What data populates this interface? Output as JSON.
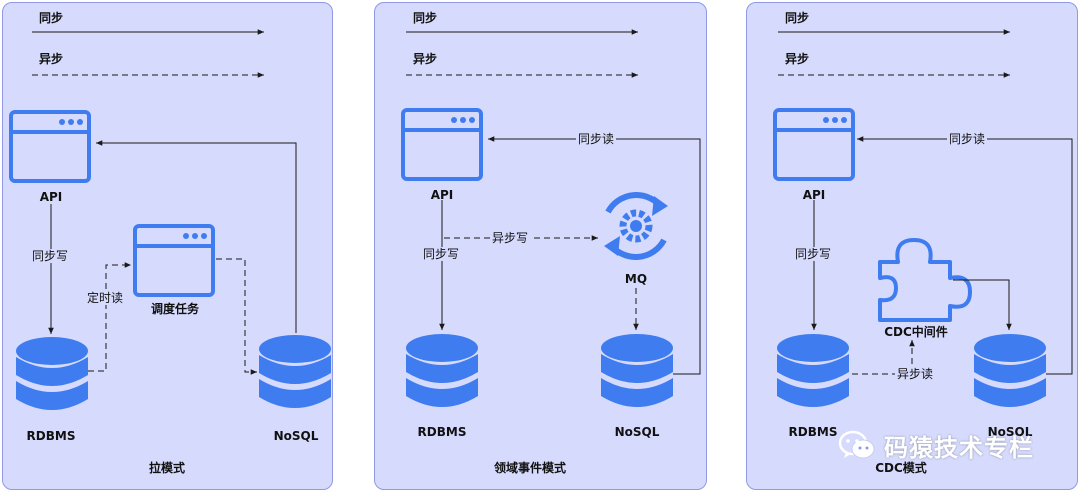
{
  "panels": [
    {
      "id": "pull",
      "legend_sync": "同步",
      "legend_async": "异步",
      "api": "API",
      "rdbms": "RDBMS",
      "nosql": "NoSQL",
      "middle": "调度任务",
      "label_sync_write": "同步写",
      "label_timed_read": "定时读",
      "caption": "拉模式"
    },
    {
      "id": "domain-event",
      "legend_sync": "同步",
      "legend_async": "异步",
      "api": "API",
      "rdbms": "RDBMS",
      "nosql": "NoSQL",
      "middle": "MQ",
      "label_sync_write": "同步写",
      "label_async_write": "异步写",
      "label_sync_read": "同步读",
      "caption": "领域事件模式"
    },
    {
      "id": "cdc",
      "legend_sync": "同步",
      "legend_async": "异步",
      "api": "API",
      "rdbms": "RDBMS",
      "nosql": "NoSQL",
      "middle": "CDC中间件",
      "label_sync_write": "同步写",
      "label_sync_read": "同步读",
      "label_async_read": "异步读",
      "caption": "CDC模式"
    }
  ],
  "watermark": "码猿技术专栏",
  "colors": {
    "panel_bg": "#d6dafc",
    "panel_border": "#8f99e6",
    "icon_blue": "#3f7cf0",
    "line": "#1a1a1a"
  },
  "icons": [
    "browser-window-icon",
    "database-icon",
    "gear-sync-icon",
    "puzzle-piece-icon",
    "wechat-icon"
  ]
}
